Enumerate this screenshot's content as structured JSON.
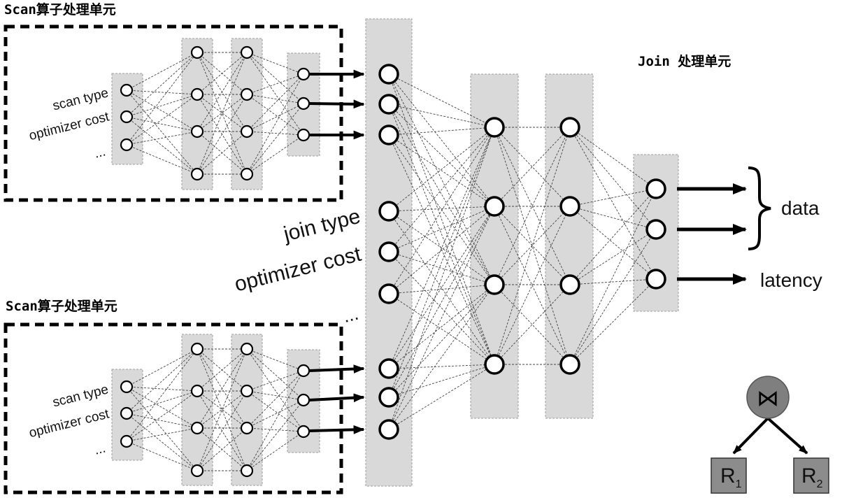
{
  "scan_unit_top": {
    "title": "Scan算子处理单元",
    "features": [
      "scan type",
      "optimizer cost",
      "..."
    ]
  },
  "scan_unit_bottom": {
    "title": "Scan算子处理单元",
    "features": [
      "scan type",
      "optimizer cost",
      "..."
    ]
  },
  "join_unit": {
    "title": "Join 处理单元",
    "features": [
      "join type",
      "optimizer cost",
      "..."
    ]
  },
  "outputs": {
    "data": "data",
    "latency": "latency"
  },
  "join_tree": {
    "operator": "⋈",
    "left": "R",
    "left_sub": "1",
    "right": "R",
    "right_sub": "2"
  }
}
